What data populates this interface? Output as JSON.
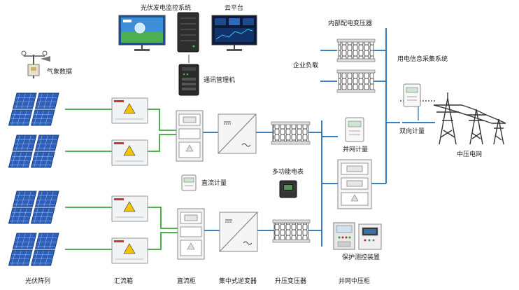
{
  "labels": {
    "pv_monitor": "光伏发电监控系统",
    "cloud": "云平台",
    "weather": "气象数据",
    "comm_manager": "通讯管理机",
    "transformer_internal": "内部配电变压器",
    "enterprise_load": "企业负载",
    "collection_system": "用电信息采集系统",
    "bidirectional_meter": "双向计量",
    "grid": "中压电网",
    "grid_meter": "并网计量",
    "multi_meter": "多功能电表",
    "dc_meter": "直流计量",
    "protection": "保护测控装置",
    "pv_array": "光伏阵列",
    "combiner": "汇流箱",
    "dc_cabinet": "直流柜",
    "inverter": "集中式逆变器",
    "step_up": "升压变压器",
    "mv_cabinet": "并网中压柜"
  },
  "colors": {
    "pv_link": "#3aa43a",
    "ac_link": "#1f6fb8",
    "panel": "#2a5ab0"
  },
  "icons": {
    "warning": "⚡"
  }
}
